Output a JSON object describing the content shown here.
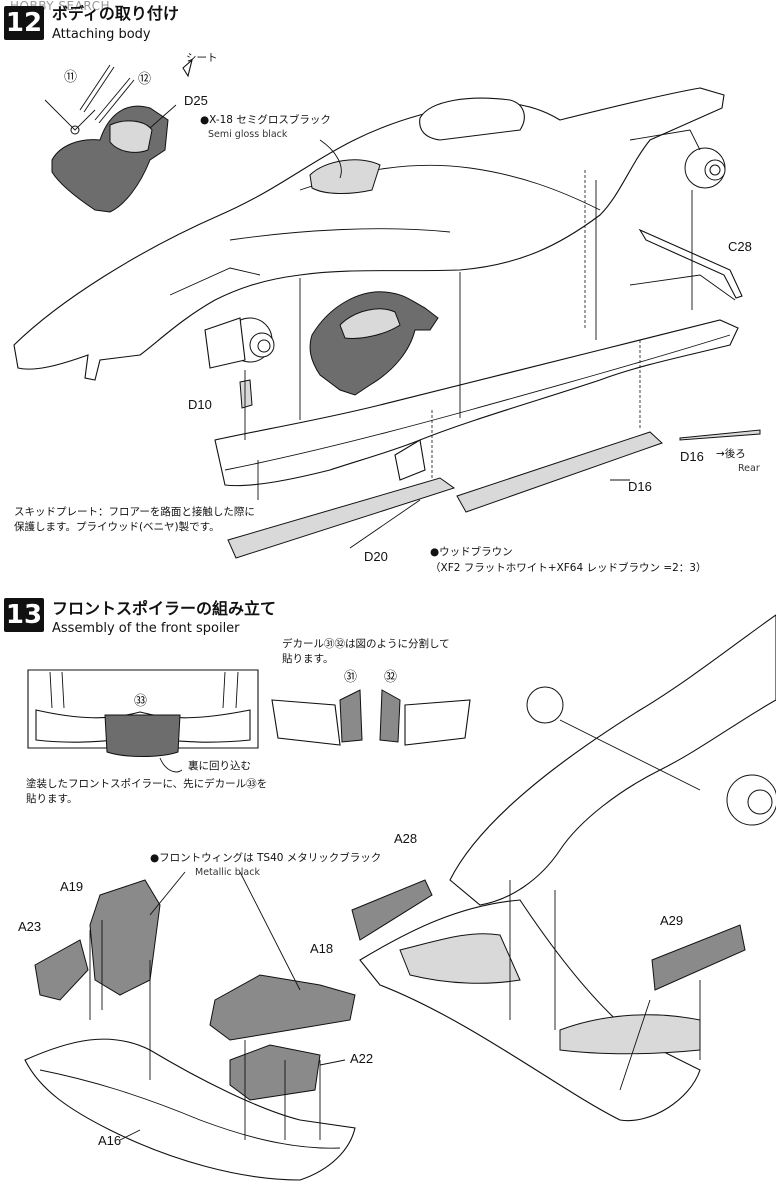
{
  "watermark": "HOBBY SEARCH",
  "step12": {
    "number": "12",
    "title_jp": "ボディの取り付け",
    "title_en": "Attaching body",
    "seat_label": "シート",
    "parts": {
      "p11": "⑪",
      "p12": "⑫",
      "d25": "D25",
      "c28": "C28",
      "d10": "D10",
      "d16_a": "D16",
      "d16_b": "D16",
      "d20": "D20"
    },
    "paint_note_jp": "●X-18 セミグロスブラック",
    "paint_note_en": "Semi gloss black",
    "rear_jp": "→後ろ",
    "rear_en": "Rear",
    "skid_note_line1": "スキッドプレート：フロアーを路面と接触した際に",
    "skid_note_line2": "保護します。プライウッド(ベニヤ)製です。",
    "wood_note_line1": "●ウッドブラウン",
    "wood_note_line2": "（XF2 フラットホワイト+XF64 レッドブラウン =2：3）"
  },
  "step13": {
    "number": "13",
    "title_jp": "フロントスポイラーの組み立て",
    "title_en": "Assembly of the front spoiler",
    "decal_note_line1": "デカール㉛㉜は図のように分割して",
    "decal_note_line2": "貼ります。",
    "decal_31": "㉛",
    "decal_32": "㉜",
    "decal_33": "㉝",
    "wrap_note": "裏に回り込む",
    "painted_note_line1": "塗装したフロントスポイラーに、先にデカール㉝を",
    "painted_note_line2": "貼ります。",
    "wing_note_jp": "●フロントウィングは TS40 メタリックブラック",
    "wing_note_en": "Metallic black",
    "parts": {
      "a19": "A19",
      "a23": "A23",
      "a18": "A18",
      "a22": "A22",
      "a16": "A16",
      "a28": "A28",
      "a29": "A29"
    }
  }
}
